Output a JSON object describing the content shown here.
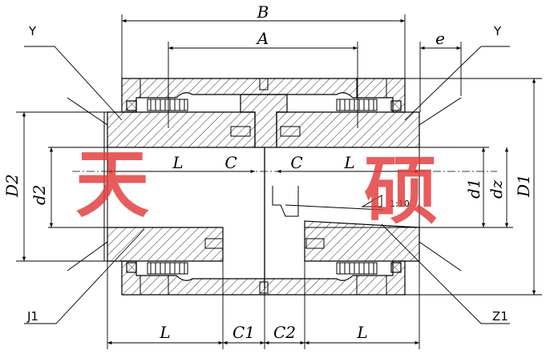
{
  "labels": {
    "B": "B",
    "A": "A",
    "e": "e",
    "Y_left": "Y",
    "Y_right": "Y",
    "D2": "D2",
    "d2": "d2",
    "d1": "d1",
    "dz": "dz",
    "D1": "D1",
    "L_top_left": "L",
    "C_left": "C",
    "C_right": "C",
    "L_top_right": "L",
    "taper": "1:10",
    "J1": "J1",
    "Z1": "Z1",
    "L_bottom_left": "L",
    "C1": "C1",
    "C2": "C2",
    "L_bottom_right": "L"
  },
  "watermark": {
    "left": "天",
    "right": "硕",
    "color": "#e23a3a"
  }
}
